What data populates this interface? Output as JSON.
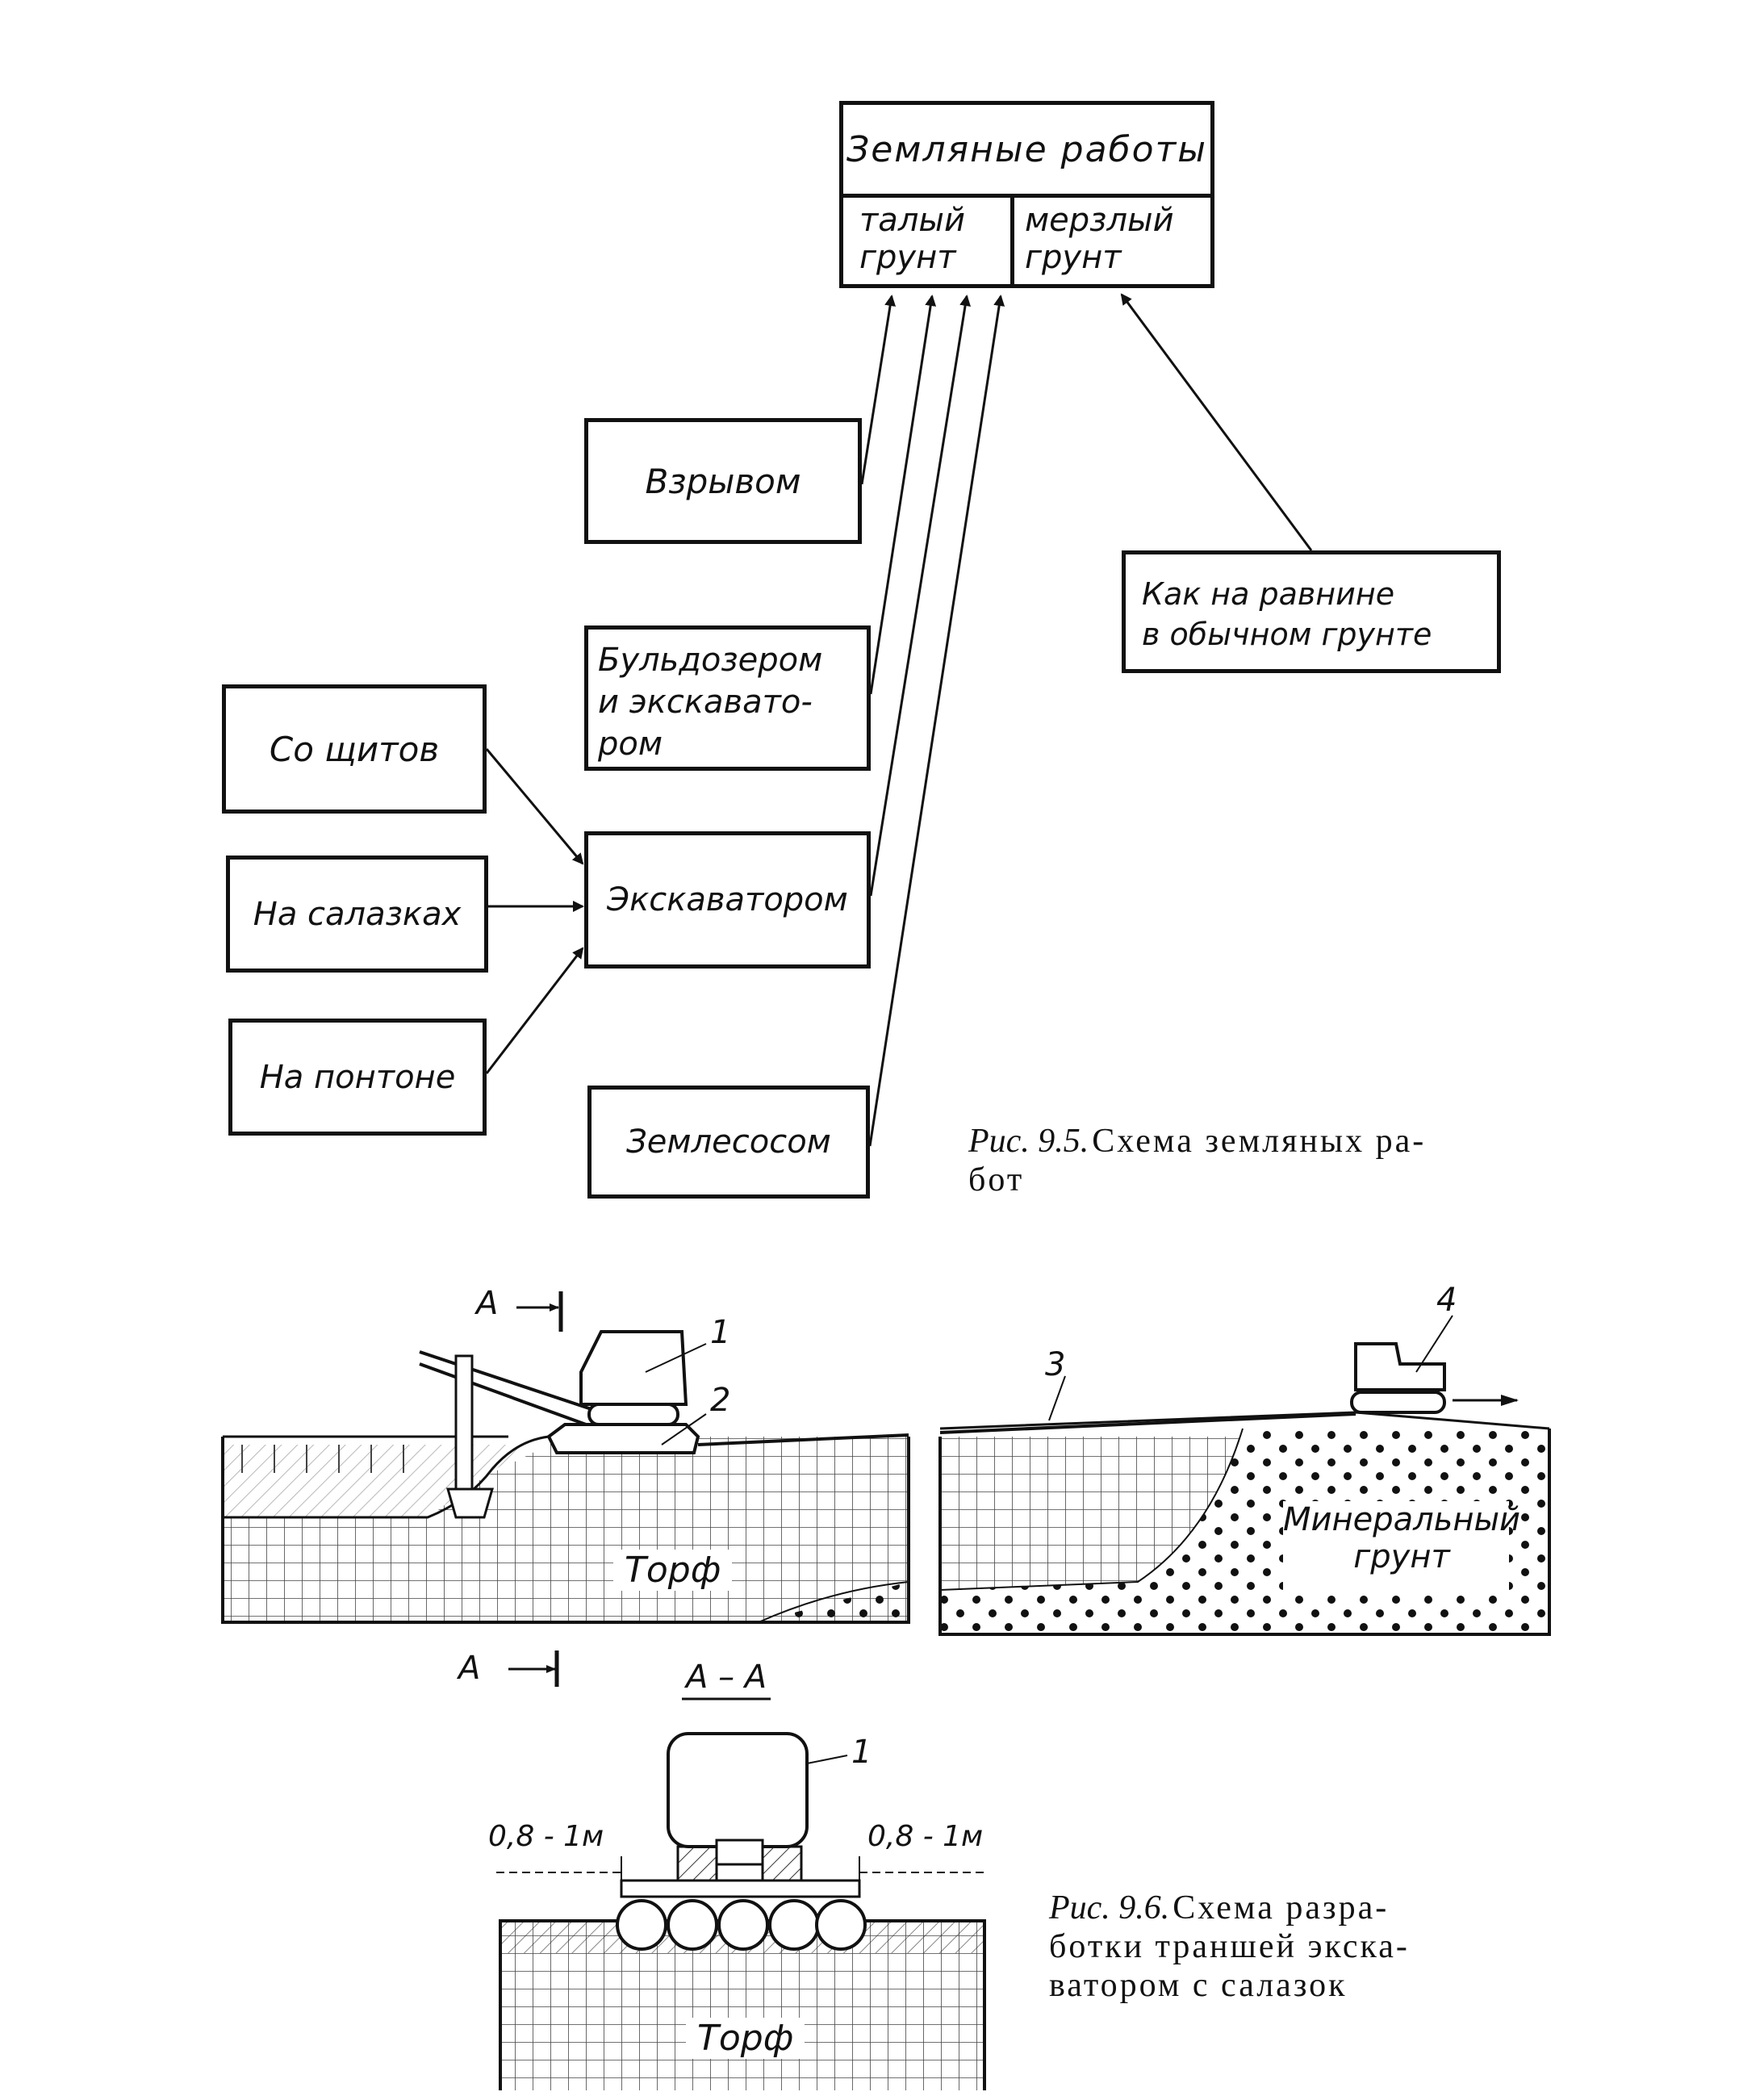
{
  "flowchart": {
    "root": {
      "title": "Земляные работы",
      "left": "талый\nгрунт",
      "right": "мерзлый\nгрунт"
    },
    "methods": {
      "vzryv": "Взрывом",
      "buldozer": "Бульдозером\nи экскавато-\nром",
      "ekskavator": "Экскаватором",
      "zemlesos": "Землесосом",
      "ravnina": "Как на равнине\nв обычном грунте"
    },
    "sub": {
      "shchit": "Со щитов",
      "salazki": "На салазках",
      "ponton": "На понтоне"
    }
  },
  "caption1": {
    "num": "Рис. 9.5.",
    "text": "Схема земляных ра-\nбот"
  },
  "figure2": {
    "section_marker": "A",
    "section_label": "A – A",
    "callouts": [
      "1",
      "2",
      "3",
      "4"
    ],
    "peat": "Торф",
    "mineral": "Минеральный\nгрунт",
    "dim_left": "0,8 - 1м",
    "dim_right": "0,8 - 1м"
  },
  "caption2": {
    "num": "Рис. 9.6.",
    "text": "Схема разра-\nботки траншей экска-\nватором с салазок"
  }
}
